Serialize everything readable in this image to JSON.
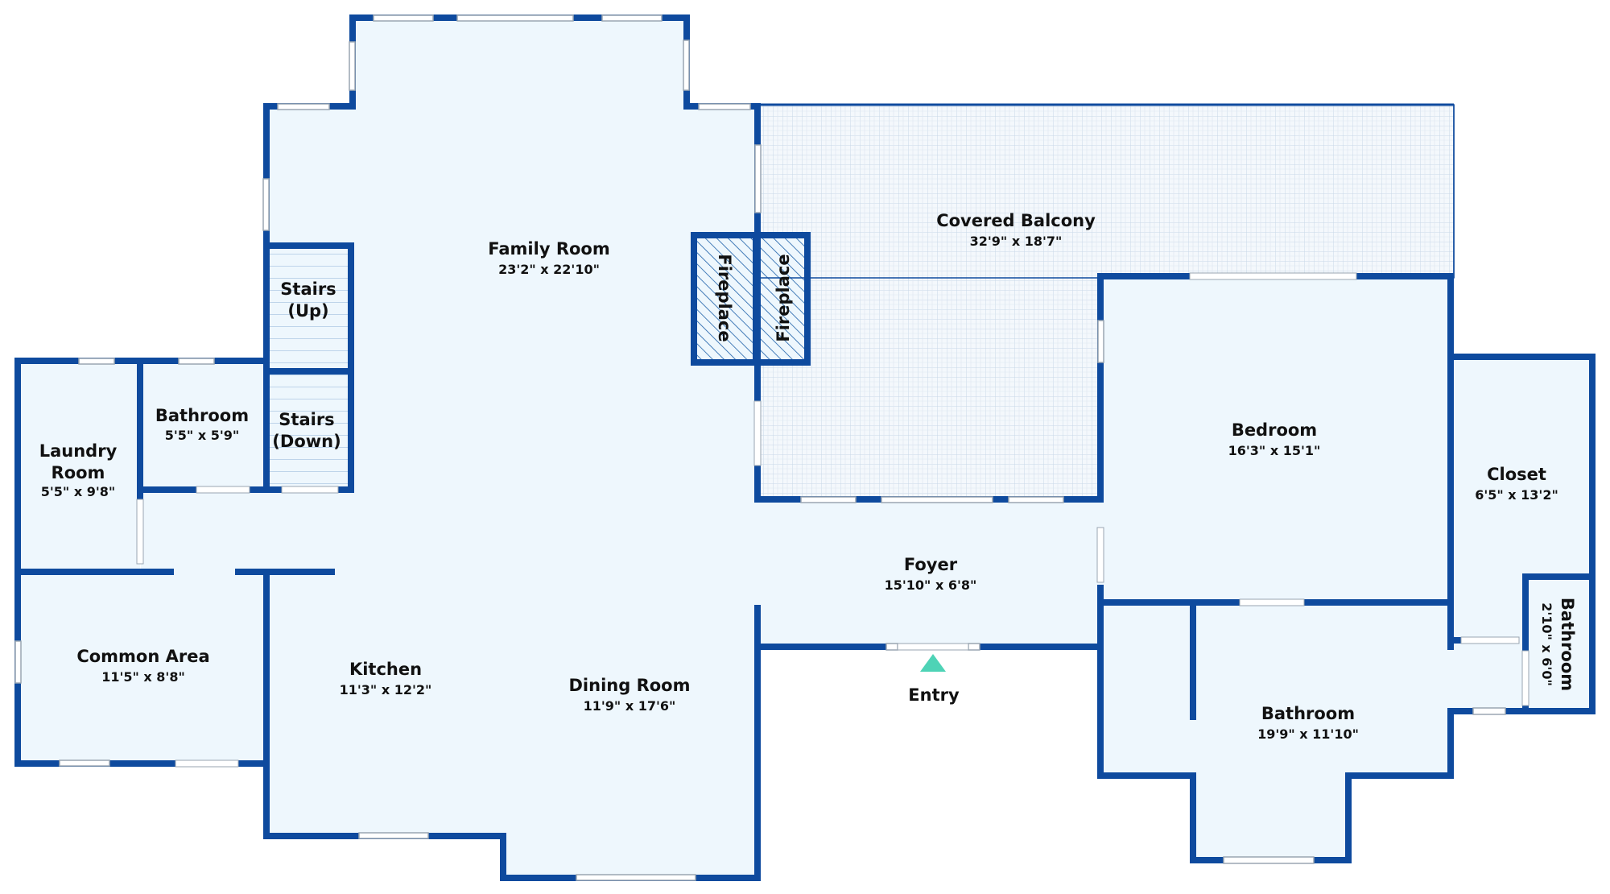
{
  "colors": {
    "wall": "#0E4A9E",
    "floor": "#EEF7FD",
    "balcony_floor": "#F4F8FC",
    "balcony_grid": "#C9D7E8",
    "window_frame": "#9AA6B2",
    "fireplace_hatch": "#1B5FA8",
    "entry_marker": "#4ED3B6",
    "text": "#111111"
  },
  "rooms": {
    "family_room": {
      "name": "Family Room",
      "dims": "23'2\" x 22'10\""
    },
    "covered_balcony": {
      "name": "Covered Balcony",
      "dims": "32'9\" x 18'7\""
    },
    "fireplace_1": {
      "name": "Fireplace"
    },
    "fireplace_2": {
      "name": "Fireplace"
    },
    "stairs_up": {
      "line1": "Stairs",
      "line2": "(Up)"
    },
    "stairs_down": {
      "line1": "Stairs",
      "line2": "(Down)"
    },
    "laundry_room": {
      "line1": "Laundry",
      "line2": "Room",
      "dims": "5'5\" x 9'8\""
    },
    "bathroom_small": {
      "name": "Bathroom",
      "dims": "5'5\" x 5'9\""
    },
    "common_area": {
      "name": "Common Area",
      "dims": "11'5\" x 8'8\""
    },
    "kitchen": {
      "name": "Kitchen",
      "dims": "11'3\" x 12'2\""
    },
    "dining_room": {
      "name": "Dining Room",
      "dims": "11'9\" x 17'6\""
    },
    "foyer": {
      "name": "Foyer",
      "dims": "15'10\" x 6'8\""
    },
    "bedroom": {
      "name": "Bedroom",
      "dims": "16'3\" x 15'1\""
    },
    "closet": {
      "name": "Closet",
      "dims": "6'5\" x 13'2\""
    },
    "bathroom_narrow": {
      "name": "Bathroom",
      "dims": "2'10\" x 6'0\""
    },
    "bathroom_large": {
      "name": "Bathroom",
      "dims": "19'9\" x 11'10\""
    }
  },
  "entry": {
    "label": "Entry"
  }
}
